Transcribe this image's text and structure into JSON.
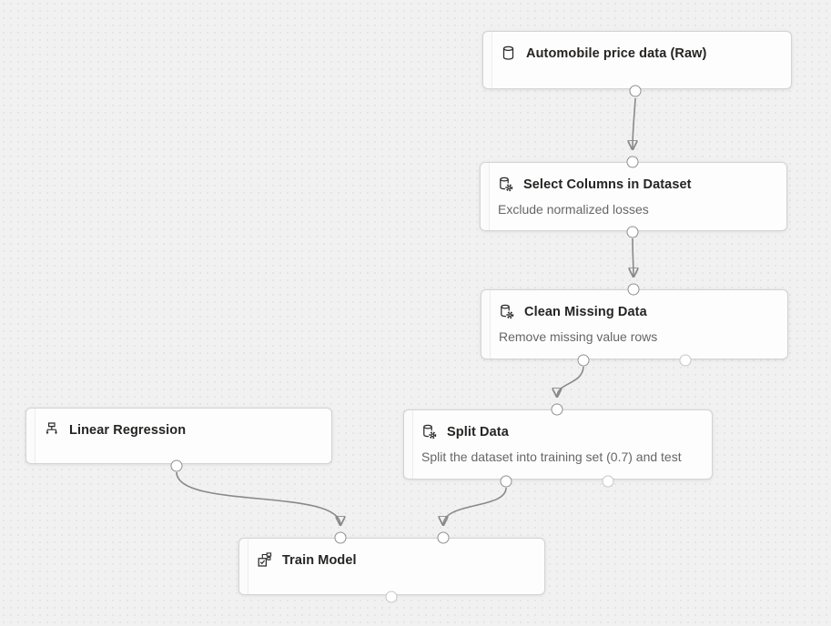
{
  "nodes": [
    {
      "id": "automobile-price-data",
      "title": "Automobile price data (Raw)",
      "icon": "database-icon"
    },
    {
      "id": "select-columns-in-dataset",
      "title": "Select Columns in Dataset",
      "subtitle": "Exclude normalized losses",
      "icon": "database-gear-icon"
    },
    {
      "id": "clean-missing-data",
      "title": "Clean Missing Data",
      "subtitle": "Remove missing value rows",
      "icon": "database-gear-icon"
    },
    {
      "id": "split-data",
      "title": "Split Data",
      "subtitle": "Split the dataset into training set (0.7) and test",
      "icon": "database-gear-icon"
    },
    {
      "id": "linear-regression",
      "title": "Linear Regression",
      "icon": "algorithm-hierarchy-icon"
    },
    {
      "id": "train-model",
      "title": "Train Model",
      "icon": "train-model-icon"
    }
  ],
  "edges": [
    {
      "from": "automobile-price-data",
      "to": "select-columns-in-dataset"
    },
    {
      "from": "select-columns-in-dataset",
      "to": "clean-missing-data"
    },
    {
      "from": "clean-missing-data",
      "to": "split-data"
    },
    {
      "from": "linear-regression",
      "to": "train-model"
    },
    {
      "from": "split-data",
      "to": "train-model"
    }
  ],
  "colors": {
    "canvas_background": "#f1f1f1",
    "grid_dot": "#e3e3e3",
    "node_background": "#fdfdfd",
    "node_border": "#d4d4d4",
    "edge": "#898989",
    "port_connected_border": "#8f8f8f",
    "port_unconnected_border": "#c6c6c6",
    "title_text": "#252423",
    "subtitle_text": "#666666"
  }
}
